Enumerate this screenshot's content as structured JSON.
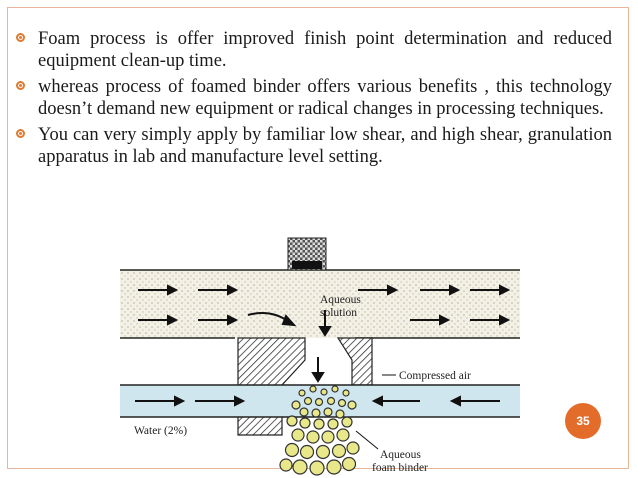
{
  "bullets": [
    {
      "text": "Foam process is offer improved finish point determination and reduced equipment clean-up time."
    },
    {
      "text": " whereas process of foamed binder offers various benefits , this technology doesn’t demand new equipment or radical changes in processing techniques."
    },
    {
      "text": "You can very simply apply by familiar low shear, and high shear, granulation apparatus in lab and manufacture level setting."
    }
  ],
  "diagram": {
    "labels": {
      "aqueous_solution_line1": "Aqueous",
      "aqueous_solution_line2": "solution",
      "compressed_air": "Compressed air",
      "water": "Water (2%)",
      "foam_binder_line1": "Aqueous",
      "foam_binder_line2": "foam binder"
    }
  },
  "page_number": "35",
  "colors": {
    "accent": "#e07a2e",
    "badge": "#e46c2a",
    "border": "#e8b69a",
    "water": "#cfe6ef",
    "foam": "#e8e88a"
  }
}
